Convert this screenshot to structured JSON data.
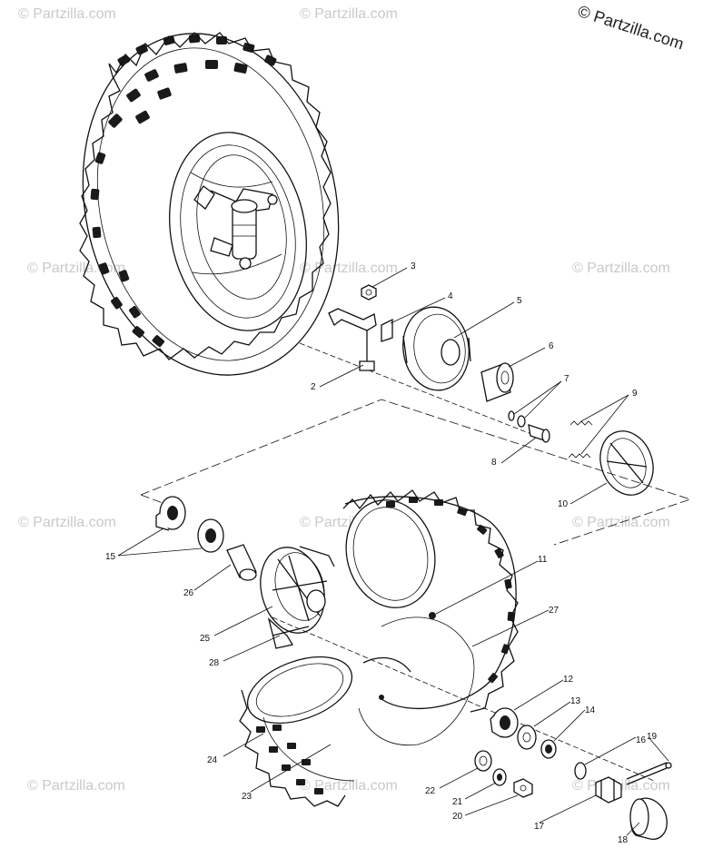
{
  "copyright": "© Partzilla.com",
  "watermark": "© Partzilla.com",
  "callouts": [
    "3",
    "4",
    "5",
    "6",
    "2",
    "7",
    "8",
    "9",
    "10",
    "15",
    "26",
    "25",
    "28",
    "11",
    "27",
    "12",
    "13",
    "14",
    "16",
    "19",
    "24",
    "23",
    "22",
    "21",
    "20",
    "17",
    "18"
  ]
}
